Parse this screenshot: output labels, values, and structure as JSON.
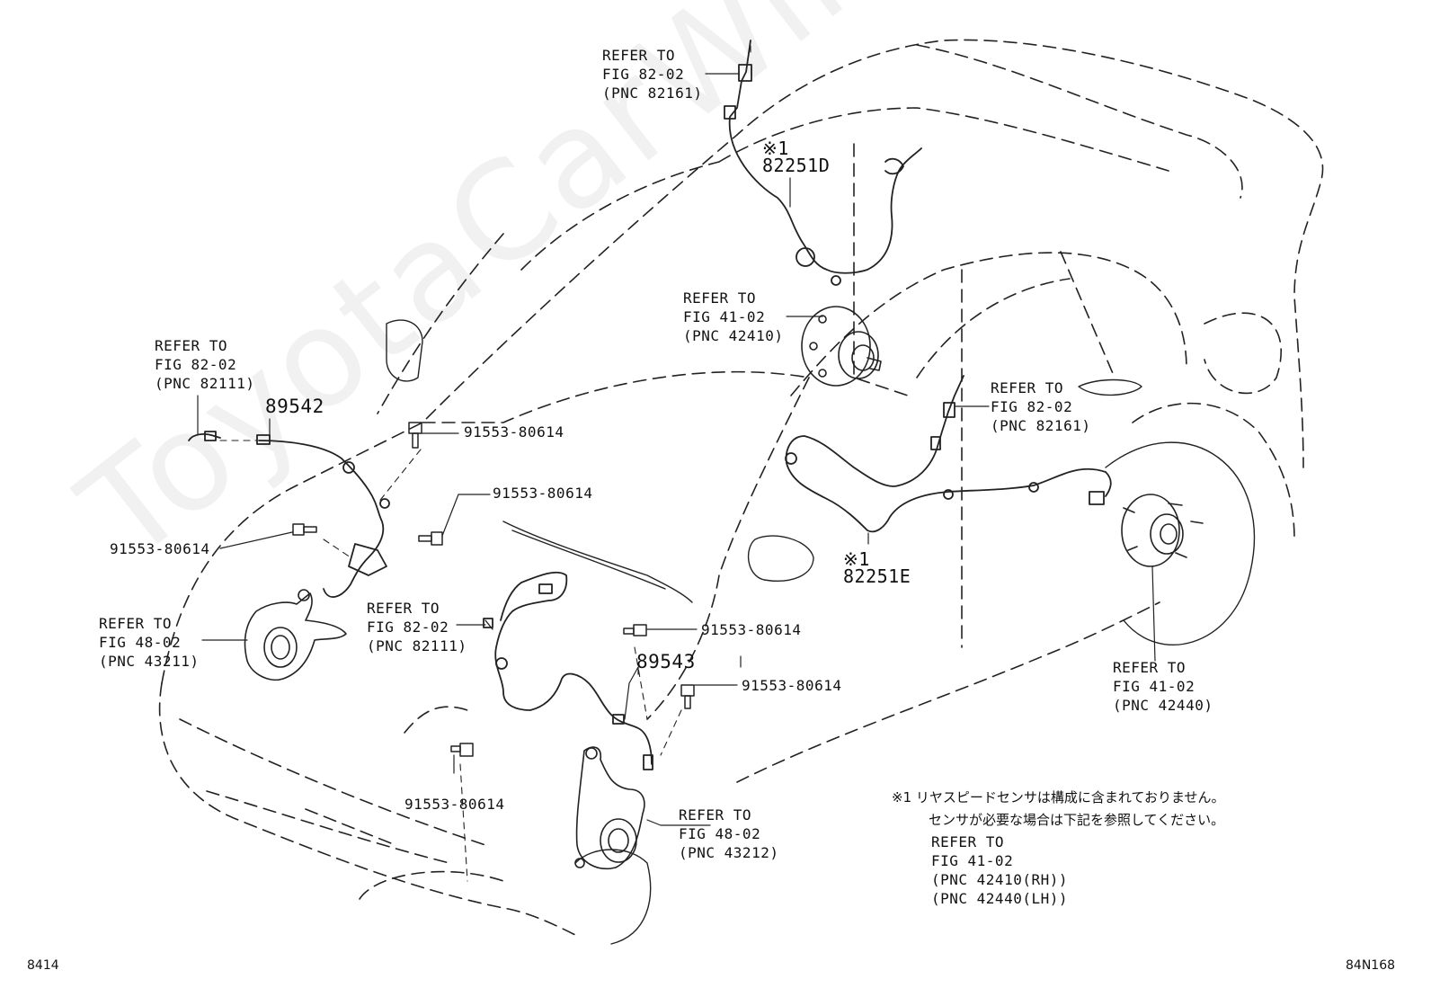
{
  "watermark": "ToyotaCarWiner.ru",
  "part_numbers": {
    "sensor_rh_rear": "※1\n82251D",
    "sensor_lh_rear": "※1\n82251E",
    "sensor_front_rh": "89542",
    "sensor_front_lh": "89543"
  },
  "bolt_label": "91553-80614",
  "refs": {
    "top_cable": "REFER TO\nFIG 82-02\n(PNC 82161)",
    "rear_hub_rh": "REFER TO\nFIG 41-02\n(PNC 42410)",
    "right_cable": "REFER TO\nFIG 82-02\n(PNC 82161)",
    "left_cable": "REFER TO\nFIG 82-02\n(PNC 82111)",
    "knuckle_rh": "REFER TO\nFIG 48-02\n(PNC 43211)",
    "center_cable": "REFER TO\nFIG 82-02\n(PNC 82111)",
    "rear_hub_lh": "REFER TO\nFIG 41-02\n(PNC 42440)",
    "knuckle_lh": "REFER TO\nFIG 48-02\n(PNC 43212)"
  },
  "note": {
    "line1": "※1 リヤスピードセンサは構成に含まれておりません。",
    "line2": "センサが必要な場合は下記を参照してください。",
    "ref": "REFER TO\nFIG 41-02\n(PNC 42410(RH))\n(PNC 42440(LH))"
  },
  "footer": {
    "left": "8414",
    "right": "84N168"
  }
}
